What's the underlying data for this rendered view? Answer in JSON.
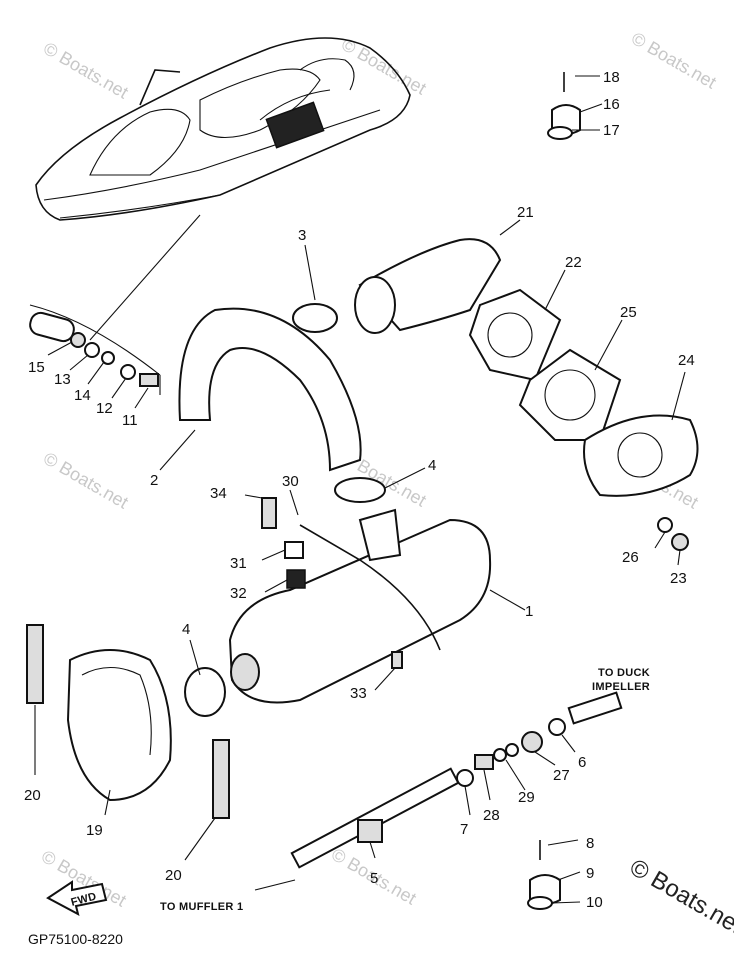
{
  "watermark": "© Boats.net",
  "figure_code": "GP75100-8220",
  "notes": {
    "duck_impeller_line1": "TO DUCK",
    "duck_impeller_line2": "IMPELLER",
    "to_muffler": "TO MUFFLER 1",
    "fwd": "FWD"
  },
  "callouts": [
    "1",
    "2",
    "3",
    "4",
    "4",
    "5",
    "6",
    "7",
    "8",
    "9",
    "10",
    "11",
    "12",
    "13",
    "14",
    "15",
    "16",
    "17",
    "18",
    "19",
    "20",
    "20",
    "21",
    "22",
    "23",
    "24",
    "25",
    "26",
    "27",
    "28",
    "29",
    "30",
    "31",
    "32",
    "33",
    "34"
  ],
  "icons": {
    "watercraft": "personal-watercraft-icon",
    "fwd_arrow": "forward-arrow-icon"
  }
}
